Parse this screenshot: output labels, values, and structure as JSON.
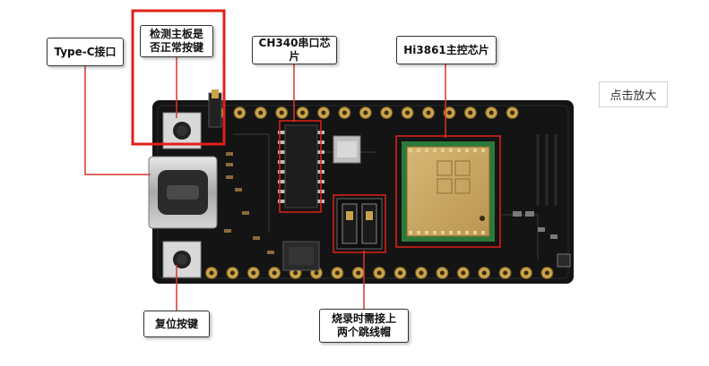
{
  "callouts": {
    "usb": "Type-C接口",
    "check_button": "检测主板是\n否正常按键",
    "serial_chip": "CH340串口芯片",
    "main_chip": "Hi3861主控芯片",
    "reset": "复位按键",
    "jumper": "烧录时需接上\n两个跳线帽"
  },
  "actions": {
    "zoom": "点击放大"
  },
  "colors": {
    "leader": "#d9362a",
    "highlight": "#e0201a",
    "board": "#141414",
    "pads": "#c9a34a"
  }
}
